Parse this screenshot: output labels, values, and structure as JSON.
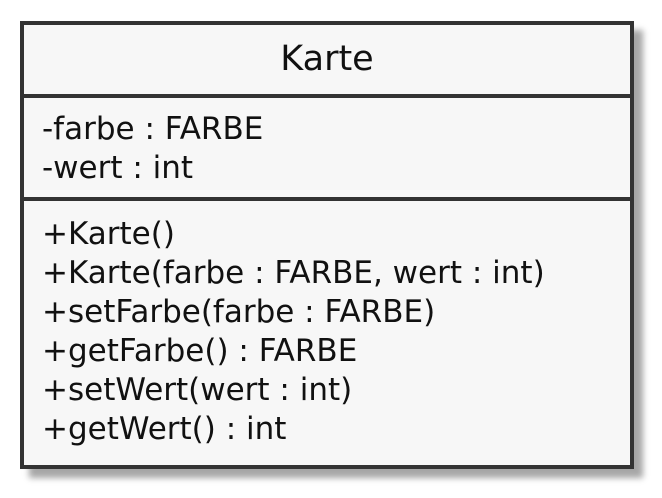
{
  "class_box": {
    "name": "Karte",
    "attributes": [
      "-farbe : FARBE",
      "-wert : int"
    ],
    "methods": [
      "+Karte()",
      "+Karte(farbe : FARBE, wert : int)",
      "+setFarbe(farbe : FARBE)",
      "+getFarbe() : FARBE",
      "+setWert(wert : int)",
      "+getWert() : int"
    ]
  },
  "colors": {
    "border": "#333333",
    "fill": "#f7f7f7",
    "text": "#111111"
  }
}
